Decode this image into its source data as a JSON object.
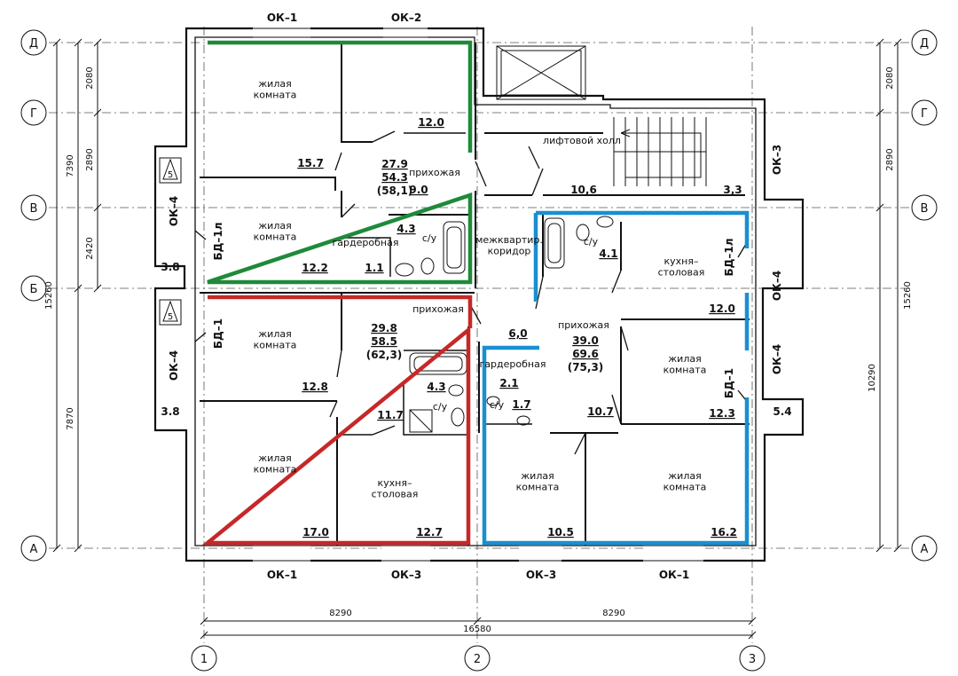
{
  "axes": {
    "rows": [
      "Д",
      "Г",
      "В",
      "Б",
      "А"
    ],
    "columns": [
      "1",
      "2",
      "3"
    ]
  },
  "dimensions": {
    "left": [
      "2080",
      "2890",
      "2420",
      "7870",
      "7390",
      "15260"
    ],
    "right": [
      "2080",
      "2890",
      "10290",
      "15260"
    ],
    "bottom": [
      "8290",
      "8290",
      "16580"
    ]
  },
  "windows": {
    "top": [
      "ОК–1",
      "ОК–2"
    ],
    "bottom": [
      "ОК–1",
      "ОК–3",
      "ОК–3",
      "ОК–1"
    ],
    "left": [
      "ОК–4",
      "ОК–4"
    ],
    "right": [
      "ОК–3",
      "ОК–4",
      "ОК–4"
    ]
  },
  "balcony_doors": [
    "БД–1л",
    "БД–1",
    "БД–1л",
    "БД–1"
  ],
  "balcony_markers": [
    "5",
    "5"
  ],
  "balcony_areas": [
    "3.8",
    "3.8",
    "5.4"
  ],
  "apartments": [
    {
      "color": "#1e8a3a",
      "summary": {
        "living": "27.9",
        "total": "54.3",
        "with_balcony": "(58,1)"
      },
      "rooms": [
        {
          "name": "жилая\nкомната",
          "area": "15.7"
        },
        {
          "name": "",
          "area": "12.0"
        },
        {
          "name": "жилая\nкомната",
          "area": "12.2"
        },
        {
          "name": "прихожая",
          "area": "9.0"
        },
        {
          "name": "гардеробная",
          "area": "1.1"
        },
        {
          "name": "с/у",
          "area": "4.3"
        }
      ]
    },
    {
      "color": "#c62828",
      "summary": {
        "living": "29.8",
        "total": "58.5",
        "with_balcony": "(62,3)"
      },
      "rooms": [
        {
          "name": "прихожая",
          "area": ""
        },
        {
          "name": "жилая\nкомната",
          "area": "12.8"
        },
        {
          "name": "с/у",
          "area": "4.3"
        },
        {
          "name": "",
          "area": "11.7"
        },
        {
          "name": "жилая\nкомната",
          "area": "17.0"
        },
        {
          "name": "кухня–\nстоловая",
          "area": "12.7"
        }
      ]
    },
    {
      "color": "#1a8fd0",
      "summary": {
        "living": "39.0",
        "total": "69.6",
        "with_balcony": "(75,3)"
      },
      "rooms": [
        {
          "name": "с/у",
          "area": "4.1"
        },
        {
          "name": "кухня–\nстоловая",
          "area": "12.0"
        },
        {
          "name": "прихожая",
          "area": "6,0"
        },
        {
          "name": "гардеробная",
          "area": "2.1"
        },
        {
          "name": "с/у",
          "area": "1.7"
        },
        {
          "name": "",
          "area": "10.7"
        },
        {
          "name": "жилая\nкомната",
          "area": "12.3"
        },
        {
          "name": "жилая\nкомната",
          "area": "10.5"
        },
        {
          "name": "жилая\nкомната",
          "area": "16.2"
        }
      ]
    }
  ],
  "common": {
    "lift_hall": {
      "name": "лифтовой холл",
      "area": "10,6"
    },
    "corridor": {
      "name": "межквартир.\nкоридор"
    },
    "stair_area": "3,3"
  }
}
